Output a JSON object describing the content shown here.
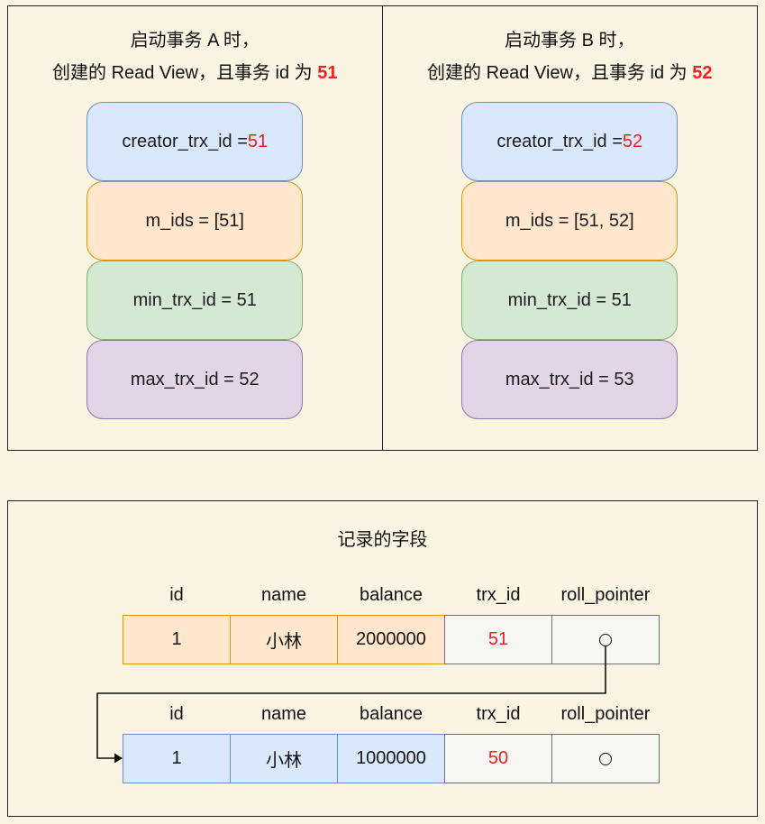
{
  "colors": {
    "red": "#f02020",
    "blue_fill": "#dae8fc",
    "blue_border": "#6c8ebf",
    "orange_fill": "#ffe6cc",
    "orange_border": "#d79b00",
    "green_fill": "#d5e8d4",
    "green_border": "#82b366",
    "purple_fill": "#e1d5e7",
    "purple_border": "#9673a6"
  },
  "read_views": [
    {
      "title_line1": "启动事务 A 时，",
      "title_line2": "创建的 Read View，且事务 id 为 ",
      "title_trx_id": "51",
      "creator_label": "creator_trx_id = ",
      "creator_value": "51",
      "m_ids": "m_ids = [51]",
      "min_trx": "min_trx_id = 51",
      "max_trx": "max_trx_id = 52"
    },
    {
      "title_line1": "启动事务 B 时，",
      "title_line2": "创建的 Read View，且事务 id 为 ",
      "title_trx_id": "52",
      "creator_label": "creator_trx_id = ",
      "creator_value": "52",
      "m_ids": "m_ids = [51, 52]",
      "min_trx": "min_trx_id = 51",
      "max_trx": "max_trx_id = 53"
    }
  ],
  "record": {
    "title": "记录的字段",
    "headers": [
      "id",
      "name",
      "balance",
      "trx_id",
      "roll_pointer"
    ],
    "rows": [
      {
        "id": "1",
        "name": "小林",
        "balance": "2000000",
        "trx_id": "51"
      },
      {
        "id": "1",
        "name": "小林",
        "balance": "1000000",
        "trx_id": "50"
      }
    ]
  }
}
